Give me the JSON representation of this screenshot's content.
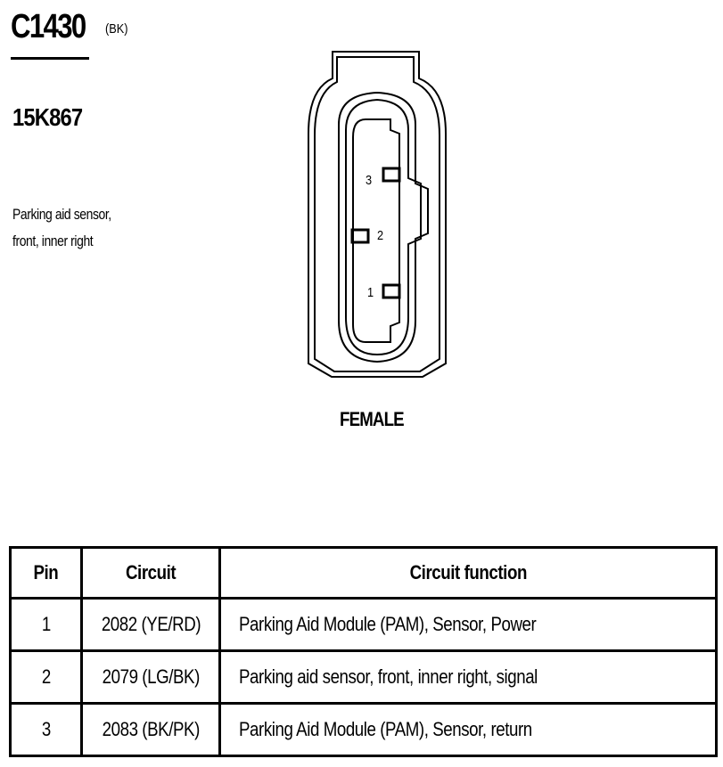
{
  "connector": {
    "id": "C1430",
    "color_code": "(BK)",
    "part_number": "15K867",
    "description_lines": [
      "Parking aid sensor,",
      "front, inner right"
    ],
    "gender": "FEMALE"
  },
  "pin_labels": [
    "3",
    "2",
    "1"
  ],
  "table": {
    "headers": [
      "Pin",
      "Circuit",
      "Circuit function"
    ],
    "rows": [
      {
        "pin": "1",
        "circuit": "2082 (YE/RD)",
        "function": "Parking Aid Module (PAM), Sensor, Power"
      },
      {
        "pin": "2",
        "circuit": "2079 (LG/BK)",
        "function": "Parking aid sensor, front, inner right, signal"
      },
      {
        "pin": "3",
        "circuit": "2083 (BK/PK)",
        "function": "Parking Aid Module (PAM), Sensor, return"
      }
    ]
  }
}
